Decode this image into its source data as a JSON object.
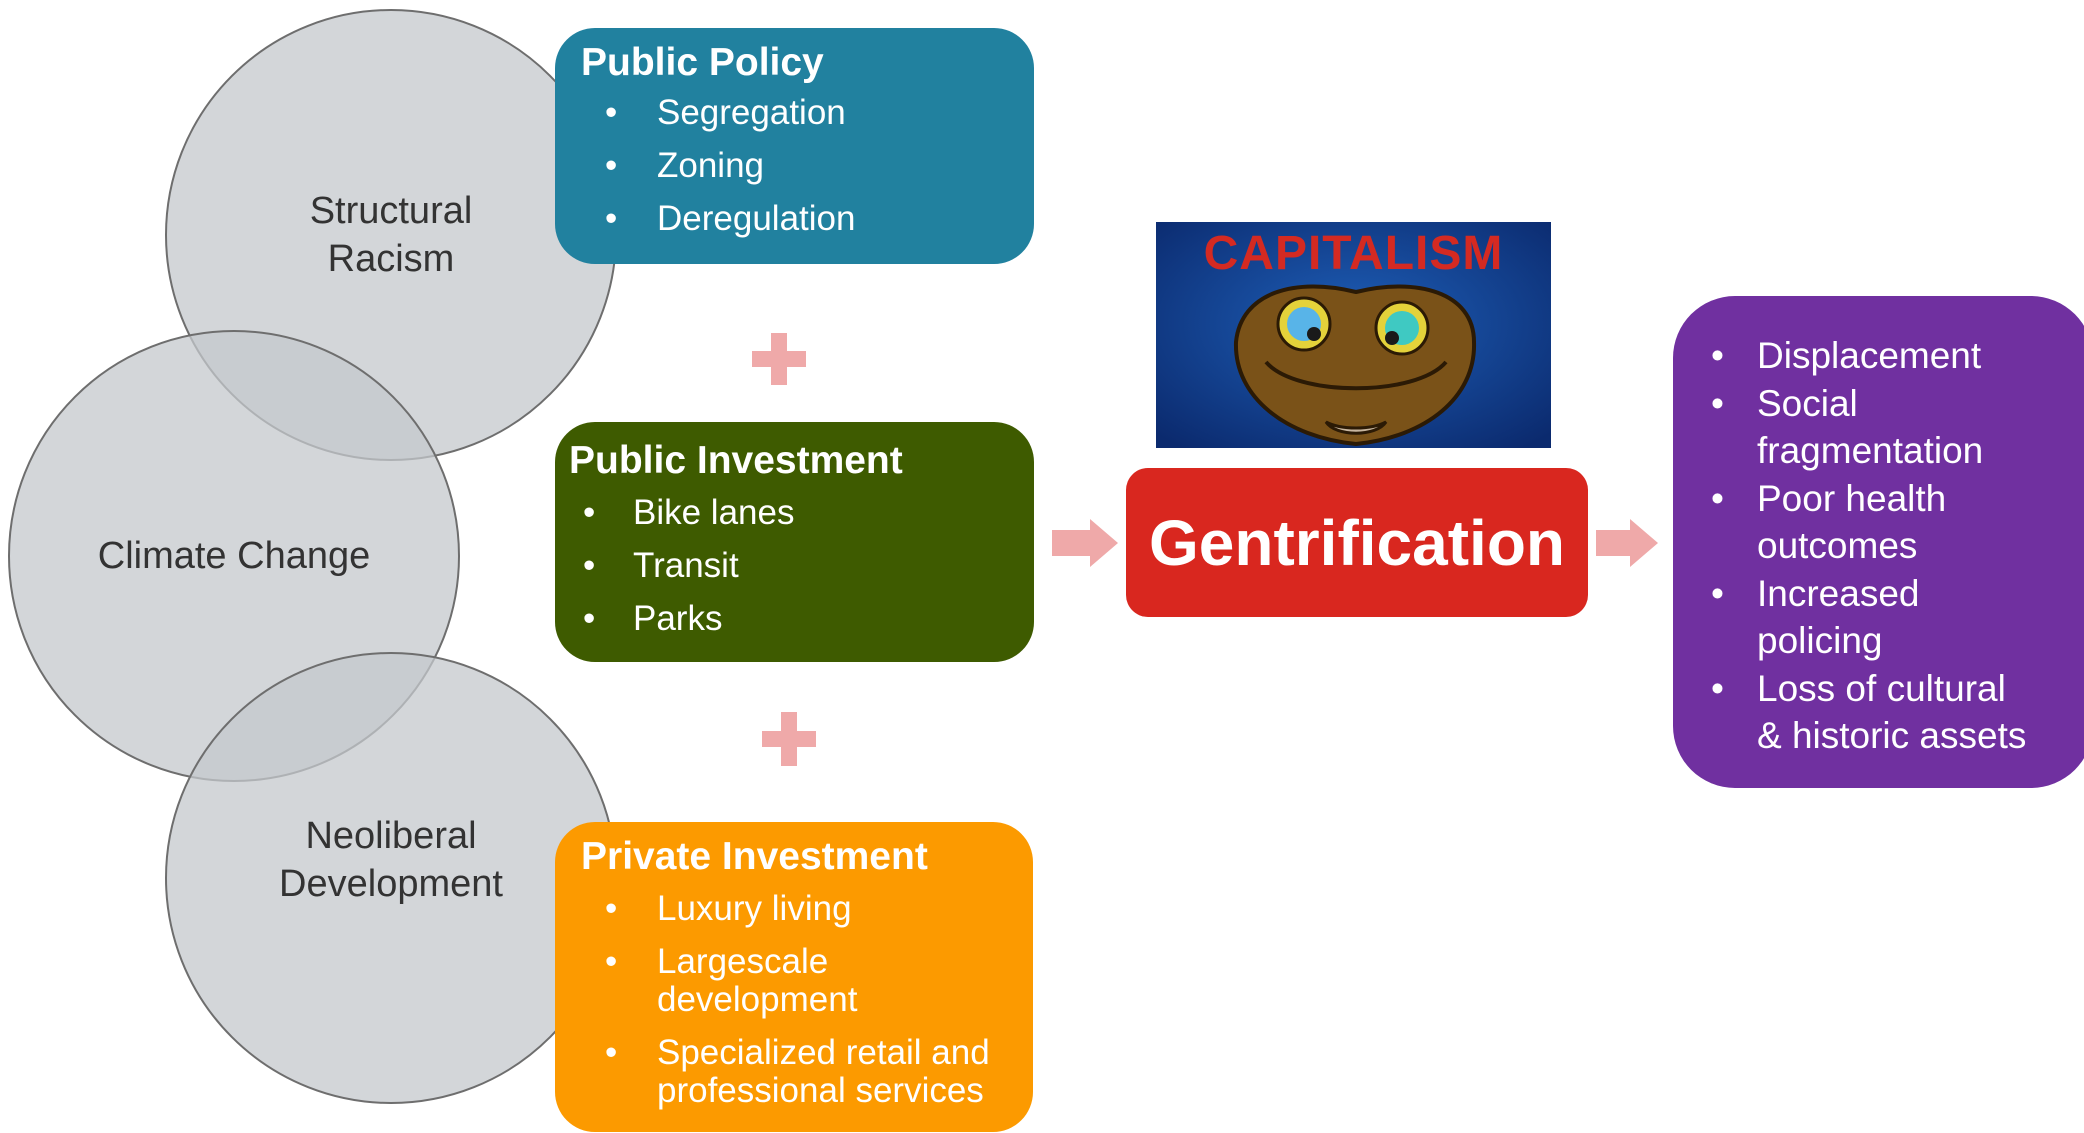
{
  "circles": [
    {
      "label": "Structural\nRacism"
    },
    {
      "label": "Climate Change"
    },
    {
      "label": "Neoliberal\nDevelopment"
    }
  ],
  "public_policy": {
    "title": "Public Policy",
    "items": [
      "Segregation",
      "Zoning",
      "Deregulation"
    ],
    "color": "#21819F"
  },
  "public_investment": {
    "title": "Public Investment",
    "items": [
      "Bike lanes",
      "Transit",
      "Parks"
    ],
    "color": "#3E5B00"
  },
  "private_investment": {
    "title": "Private Investment",
    "items": [
      "Luxury living",
      "Largescale\ndevelopment",
      "Specialized retail and\nprofessional services"
    ],
    "color": "#FC9A00"
  },
  "capitalism_image": {
    "caption": "CAPITALISM",
    "depicts": "cartoon-snake-with-hypnotic-eyes"
  },
  "gentrification": {
    "label": "Gentrification",
    "color": "#D9271F"
  },
  "outcomes": {
    "items": [
      "Displacement",
      "Social\nfragmentation",
      "Poor health\noutcomes",
      "Increased\npolicing",
      "Loss of cultural\n& historic assets"
    ],
    "color": "#7030A0"
  },
  "connectors": {
    "plus_color": "#EFA9A9",
    "arrow_color": "#EFA9A9"
  }
}
